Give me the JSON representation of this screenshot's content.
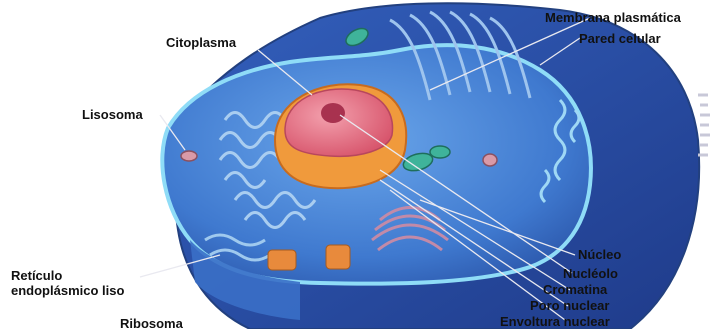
{
  "colors": {
    "cell_outer": "#2f4fa8",
    "cell_inner": "#4f8fdc",
    "cell_rim": "#7fd0f4",
    "nucleus_pink": "#e86b7e",
    "nucleus_orange": "#f09a3c",
    "mitochondria_green": "#3fb39a",
    "golgi_pink": "#b07a98",
    "label_text": "#111111"
  },
  "labels": {
    "membrana_plasmatica": "Membrana plasmática",
    "pared_celular": "Pared celular",
    "citoplasma": "Citoplasma",
    "lisosoma": "Lisosoma",
    "reticulo_liso_line1": "Retículo",
    "reticulo_liso_line2": "endoplásmico liso",
    "ribosoma": "Ribosoma",
    "nucleo": "Núcleo",
    "nucleolo": "Nucléolo",
    "cromatina": "Cromatina",
    "poro_nuclear": "Poro nuclear",
    "envoltura_nuclear": "Envoltura nuclear"
  }
}
